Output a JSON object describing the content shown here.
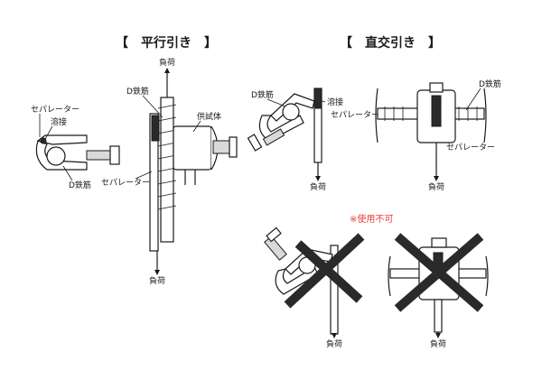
{
  "headings": {
    "parallel": "【　平行引き　】",
    "orthogonal": "【　直交引き　】"
  },
  "labels": {
    "load": "負荷",
    "d_rebar": "D鉄筋",
    "welding": "溶接",
    "separator": "セパレーター",
    "test_piece": "供試体"
  },
  "warning": "※使用不可",
  "colors": {
    "warning": "#e0413a",
    "line": "#1a1a1a",
    "fill_dark": "#2a2a2a"
  }
}
